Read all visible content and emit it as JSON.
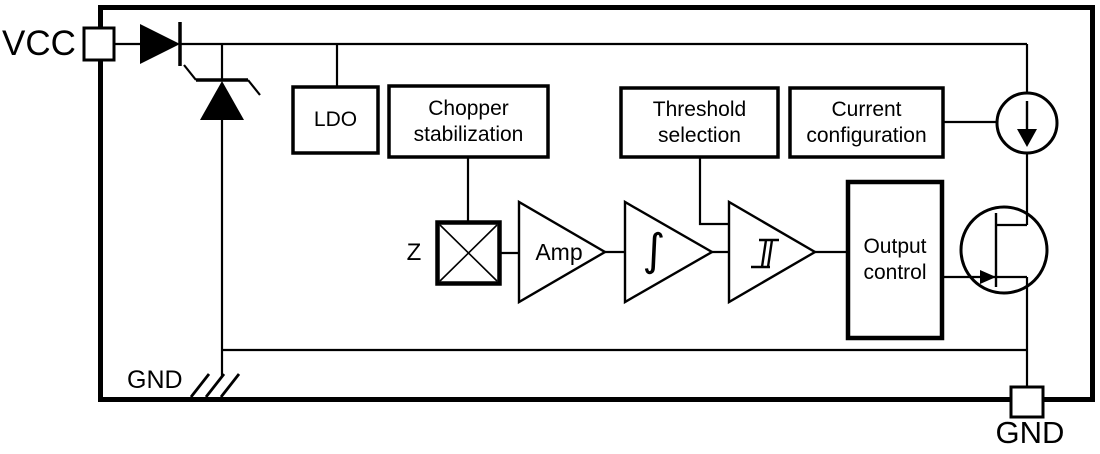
{
  "diagram": {
    "background_color": "#ffffff",
    "line_color": "#000000",
    "pins": {
      "vcc": {
        "label": "VCC"
      },
      "gnd_bottom_left": {
        "label": "GND"
      },
      "gnd_bottom_right": {
        "label": "GND"
      }
    },
    "blocks": {
      "ldo": {
        "label": "LDO"
      },
      "chopper_stabilization": {
        "label": "Chopper stabilization"
      },
      "threshold_selection": {
        "label": "Threshold selection"
      },
      "current_configuration": {
        "label": "Current configuration"
      },
      "output_control": {
        "label": "Output control"
      }
    },
    "signal_chain": {
      "hall_input_label": "Z",
      "amplifier_label": "Amp",
      "integrator_symbol": "∫"
    },
    "icons": {
      "series_diode": "diode-icon",
      "zener_diode": "zener-diode-icon",
      "hall_element": "crossed-square-icon",
      "amplifier": "triangle-amp-icon",
      "integrator": "triangle-integrator-icon",
      "schmitt_trigger": "hysteresis-icon",
      "current_source": "circle-down-arrow-icon",
      "output_transistor": "mosfet-icon",
      "ground_symbol": "ground-slashes-icon"
    }
  }
}
